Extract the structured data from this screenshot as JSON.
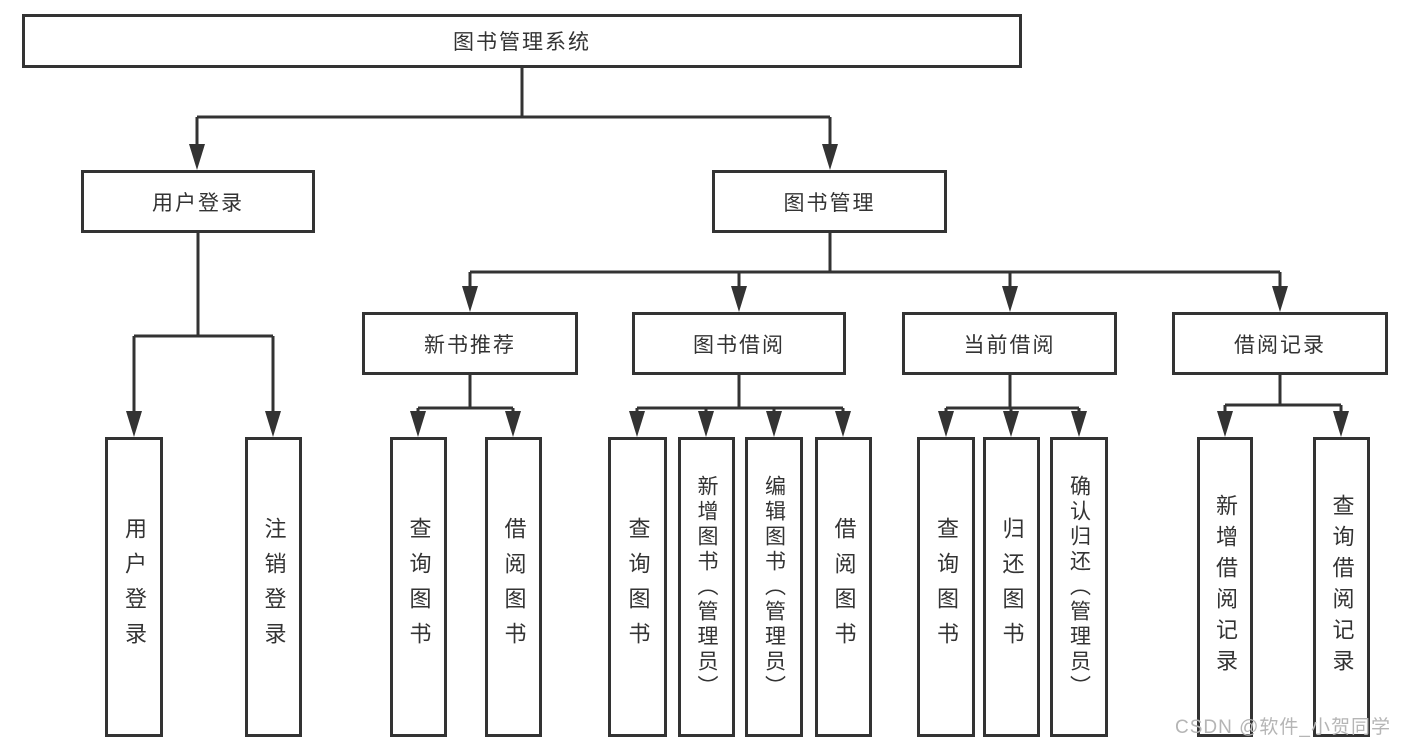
{
  "diagram_title": "图书管理系统",
  "colors": {
    "line": "#333333",
    "box_border": "#333333",
    "text": "#333333",
    "background": "#ffffff",
    "watermark": "#b5b5b5"
  },
  "tree": {
    "root": "图书管理系统",
    "branches": [
      {
        "label": "用户登录",
        "children": [
          "用户登录",
          "注销登录"
        ]
      },
      {
        "label": "图书管理",
        "groups": [
          {
            "label": "新书推荐",
            "children": [
              "查询图书",
              "借阅图书"
            ]
          },
          {
            "label": "图书借阅",
            "children": [
              "查询图书",
              "新增图书（管理员）",
              "编辑图书（管理员）",
              "借阅图书"
            ]
          },
          {
            "label": "当前借阅",
            "children": [
              "查询图书",
              "归还图书",
              "确认归还（管理员）"
            ]
          },
          {
            "label": "借阅记录",
            "children": [
              "新增借阅记录",
              "查询借阅记录"
            ]
          }
        ]
      }
    ]
  },
  "watermark": {
    "text": "CSDN @软件_小贺同学"
  }
}
